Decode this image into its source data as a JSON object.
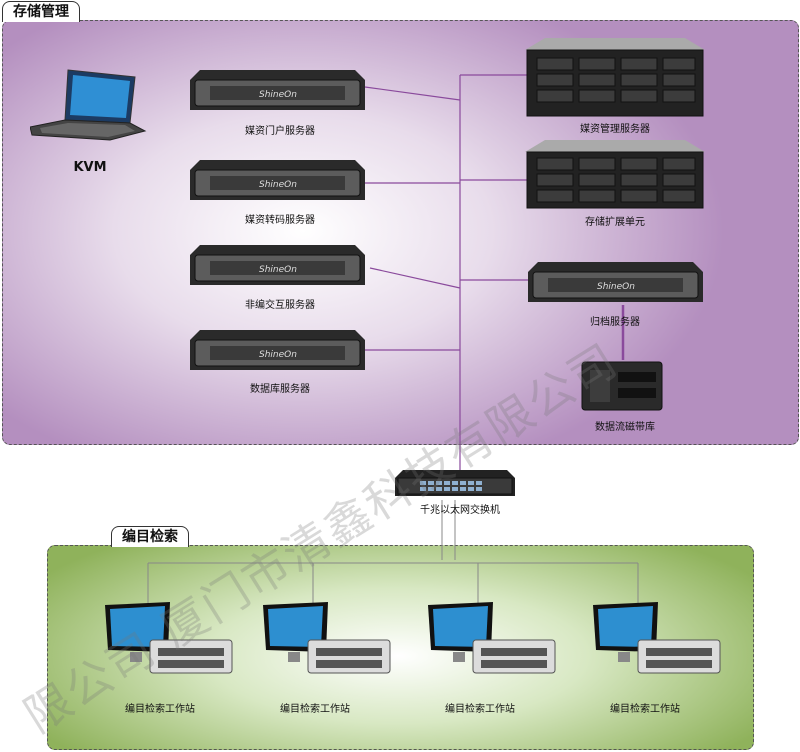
{
  "zones": {
    "storage_label": "存储管理",
    "catalog_label": "编目检索"
  },
  "devices": {
    "kvm": "KVM",
    "media_portal": "媒资门户服务器",
    "media_transcode": "媒资转码服务器",
    "nonlinear": "非编交互服务器",
    "database": "数据库服务器",
    "media_mgmt": "媒资管理服务器",
    "storage_ext": "存储扩展单元",
    "archive": "归档服务器",
    "tape": "数据流磁带库",
    "switch": "千兆以太网交换机",
    "workstations": [
      "编目检索工作站",
      "编目检索工作站",
      "编目检索工作站",
      "编目检索工作站"
    ]
  },
  "brand": "ShineOn",
  "watermark": "限公司   厦门市清鑫科技有限公司",
  "colors": {
    "link_purple": "#8a4a9c",
    "link_gray": "#888888",
    "storage_edge": "#b48fbf",
    "catalog_edge": "#8fb25b"
  }
}
